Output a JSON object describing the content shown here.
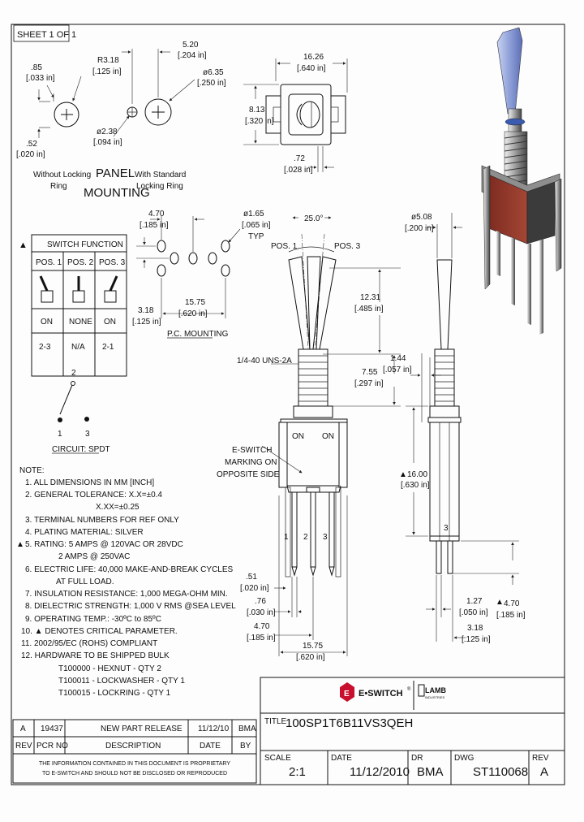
{
  "sheet": "SHEET 1 OF 1",
  "panel": {
    "title1": "PANEL",
    "title2": "MOUNTING",
    "dim_085": ".85",
    "dim_085_in": "[.033 in]",
    "dim_r318": "R3.18",
    "dim_r318_in": "[.125 in]",
    "dim_052": ".52",
    "dim_052_in": "[.020 in]",
    "dim_520": "5.20",
    "dim_520_in": "[.204 in]",
    "dim_d635": "ø6.35",
    "dim_d635_in": "[.250 in]",
    "dim_d238": "ø2.38",
    "dim_d238_in": "[.094 in]",
    "caption_left_1": "Without Locking",
    "caption_left_2": "Ring",
    "caption_right_1": "With Standard",
    "caption_right_2": "Locking Ring"
  },
  "top_view": {
    "dim_1626": "16.26",
    "dim_1626_in": "[.640 in]",
    "dim_813": "8.13",
    "dim_813_in": "[.320 in]",
    "dim_072": ".72",
    "dim_072_in": "[.028 in]"
  },
  "pc_mounting": {
    "label": "P.C. MOUNTING",
    "dim_470": "4.70",
    "dim_470_in": "[.185 in]",
    "dim_d165": "ø1.65",
    "dim_d165_in": "[.065 in]",
    "dim_typ": "TYP",
    "dim_1575": "15.75",
    "dim_1575_in": "[.620 in]",
    "dim_318": "3.18",
    "dim_318_in": "[.125 in]"
  },
  "switch_function": {
    "header": "SWITCH FUNCTION",
    "positions": [
      "POS. 1",
      "POS. 2",
      "POS. 3"
    ],
    "states": [
      "ON",
      "NONE",
      "ON"
    ],
    "terminals": [
      "2-3",
      "N/A",
      "2-1"
    ]
  },
  "circuit": {
    "label": "CIRCUIT: SPDT",
    "t1": "1",
    "t2": "2",
    "t3": "3"
  },
  "front_view": {
    "angle": "25.0°",
    "pos1": "POS. 1",
    "pos3": "POS. 3",
    "dim_1231": "12.31",
    "dim_1231_in": "[.485 in]",
    "thread": "1/4-40 UNS-2A",
    "dim_755": "7.55",
    "dim_755_in": "[.297 in]",
    "on_left": "ON",
    "on_right": "ON",
    "marking_1": "E-SWITCH",
    "marking_2": "MARKING ON",
    "marking_3": "OPPOSITE SIDE",
    "term1": "1",
    "term2": "2",
    "term3": "3",
    "dim_051": ".51",
    "dim_051_in": "[.020 in]",
    "dim_076": ".76",
    "dim_076_in": "[.030 in]",
    "dim_470": "4.70",
    "dim_470_in": "[.185 in]",
    "dim_1575": "15.75",
    "dim_1575_in": "[.620 in]"
  },
  "side_view": {
    "dim_d508": "ø5.08",
    "dim_d508_in": "[.200 in]",
    "dim_144": "1.44",
    "dim_144_in": "[.057 in]",
    "dim_1600": "16.00",
    "dim_1600_in": "[.630 in]",
    "term3": "3",
    "dim_127": "1.27",
    "dim_127_in": "[.050 in]",
    "dim_318": "3.18",
    "dim_318_in": "[.125 in]",
    "dim_470": "4.70",
    "dim_470_in": "[.185 in]"
  },
  "notes": {
    "title": "NOTE:",
    "lines": [
      "1. ALL DIMENSIONS IN MM [INCH]",
      "2. GENERAL TOLERANCE: X.X=±0.4",
      "X.XX=±0.25",
      "3. TERMINAL NUMBERS FOR REF ONLY",
      "4. PLATING MATERIAL: SILVER",
      "5. RATING: 5 AMPS @ 120VAC OR 28VDC",
      "2 AMPS @ 250VAC",
      "6. ELECTRIC LIFE: 40,000 MAKE-AND-BREAK CYCLES",
      "AT FULL LOAD.",
      "7. INSULATION RESISTANCE: 1,000 MEGA-OHM MIN.",
      "8. DIELECTRIC STRENGTH: 1,000 V RMS @SEA LEVEL",
      "9. OPERATING TEMP.: -30ºC to 85ºC",
      "10. ▲ DENOTES CRITICAL PARAMETER.",
      "11. 2002/95/EC (ROHS) COMPLIANT",
      "12. HARDWARE TO BE SHIPPED BULK",
      "T100000 - HEXNUT - QTY 2",
      "T100011 - LOCKWASHER - QTY 1",
      "T100015 - LOCKRING - QTY 1"
    ]
  },
  "revision_table": {
    "row": {
      "rev": "A",
      "pcr": "19437",
      "desc": "NEW PART RELEASE",
      "date": "11/12/10",
      "by": "BMA"
    },
    "headers": {
      "rev": "REV",
      "pcr": "PCR NO",
      "desc": "DESCRIPTION",
      "date": "DATE",
      "by": "BY"
    }
  },
  "proprietary": {
    "line1": "THE INFORMATION CONTAINED IN THIS DOCUMENT IS PROPRIETARY",
    "line2": "TO E-SWITCH AND SHOULD NOT BE DISCLOSED OR REPRODUCED"
  },
  "title_block": {
    "brand": "E•SWITCH",
    "brand_reg": "®",
    "lamb": "LAMB",
    "lamb_sub": "INDUSTRIES",
    "title_label": "TITLE",
    "title_value": "100SP1T6B11VS3QEH",
    "scale_label": "SCALE",
    "scale_value": "2:1",
    "date_label": "DATE",
    "date_value": "11/12/2010",
    "dr_label": "DR",
    "dr_value": "BMA",
    "dwg_label": "DWG",
    "dwg_value": "ST110068",
    "rev_label": "REV",
    "rev_value": "A"
  }
}
